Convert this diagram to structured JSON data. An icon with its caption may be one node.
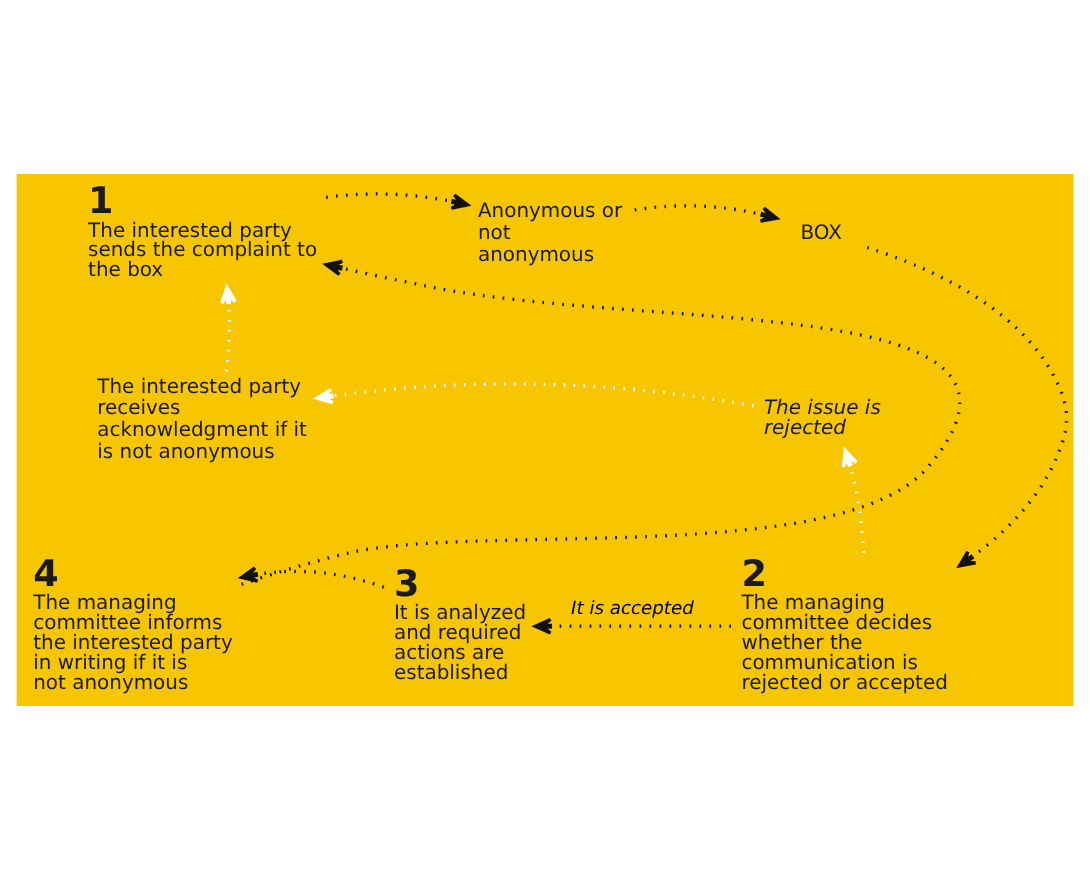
{
  "diagram": {
    "nodes": [
      {
        "text": [
          "1",
          "The interested party sends the complaint to the box"
        ]
      },
      {
        "text": [
          "Anonymous or not anonymous"
        ]
      },
      {
        "text": [
          "BOX"
        ]
      },
      {
        "text": [
          "The interested party receives acknowledgment if it is not anonymous"
        ]
      },
      {
        "text": [
          "The issue is rejected"
        ]
      },
      {
        "text": [
          "4",
          "The managing committee informs the interested party in writing if it is not anonymous"
        ]
      },
      {
        "text": [
          "3",
          "It is analyzed and required actions are established"
        ]
      },
      {
        "text": [
          "2",
          "The managing committee decides whether the communication is rejected or accepted"
        ]
      }
    ],
    "edges": [
      {
        "from": 0,
        "to": 1,
        "arrow": "to"
      },
      {
        "from": 1,
        "to": 2,
        "arrow": "to"
      },
      {
        "from": 2,
        "to": 7,
        "arrow": "to"
      },
      {
        "from": 7,
        "to": 6,
        "arrow": "to",
        "label": "It is accepted"
      },
      {
        "from": 6,
        "to": 5,
        "arrow": "to"
      },
      {
        "from": 5,
        "to": 0,
        "arrow": "to"
      },
      {
        "from": 7,
        "to": 4,
        "arrow": "to",
        "color": "#ffffff"
      },
      {
        "from": 4,
        "to": 3,
        "arrow": "to",
        "color": "#ffffff"
      },
      {
        "from": 3,
        "to": 0,
        "arrow": "to",
        "color": "#ffffff"
      }
    ]
  }
}
